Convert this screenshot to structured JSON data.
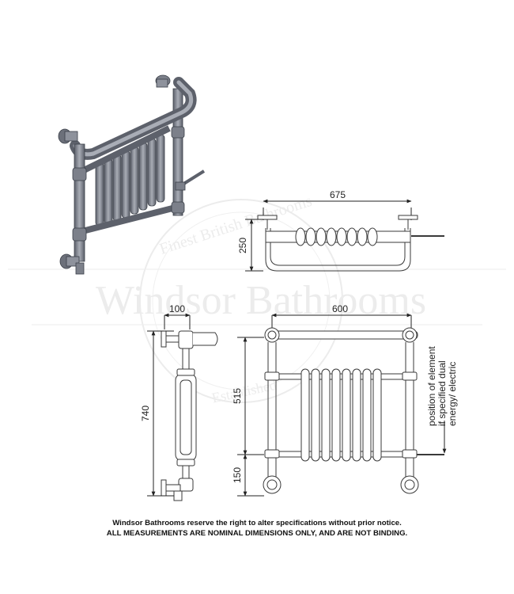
{
  "watermark": {
    "brand": "Windsor Bathrooms",
    "arc_top": "Finest British Bathrooms",
    "arc_bottom": "Established"
  },
  "dimensions": {
    "top_width": "675",
    "top_depth": "250",
    "front_width": "600",
    "side_depth": "100",
    "height": "740",
    "element_pitch": "515",
    "bottom_clearance": "150"
  },
  "element_note": [
    "position of element",
    "if specified dual",
    "energy/ electric"
  ],
  "footer": {
    "line1": "Windsor Bathrooms reserve the right to alter specifications without prior notice.",
    "line2": "ALL MEASUREMENTS ARE NOMINAL DIMENSIONS ONLY, AND ARE NOT BINDING."
  },
  "colors": {
    "line": "#3a3a3a",
    "iso_fill": "#8e929c",
    "iso_dark": "#5d616b",
    "watermark": "#e8e8e8"
  }
}
